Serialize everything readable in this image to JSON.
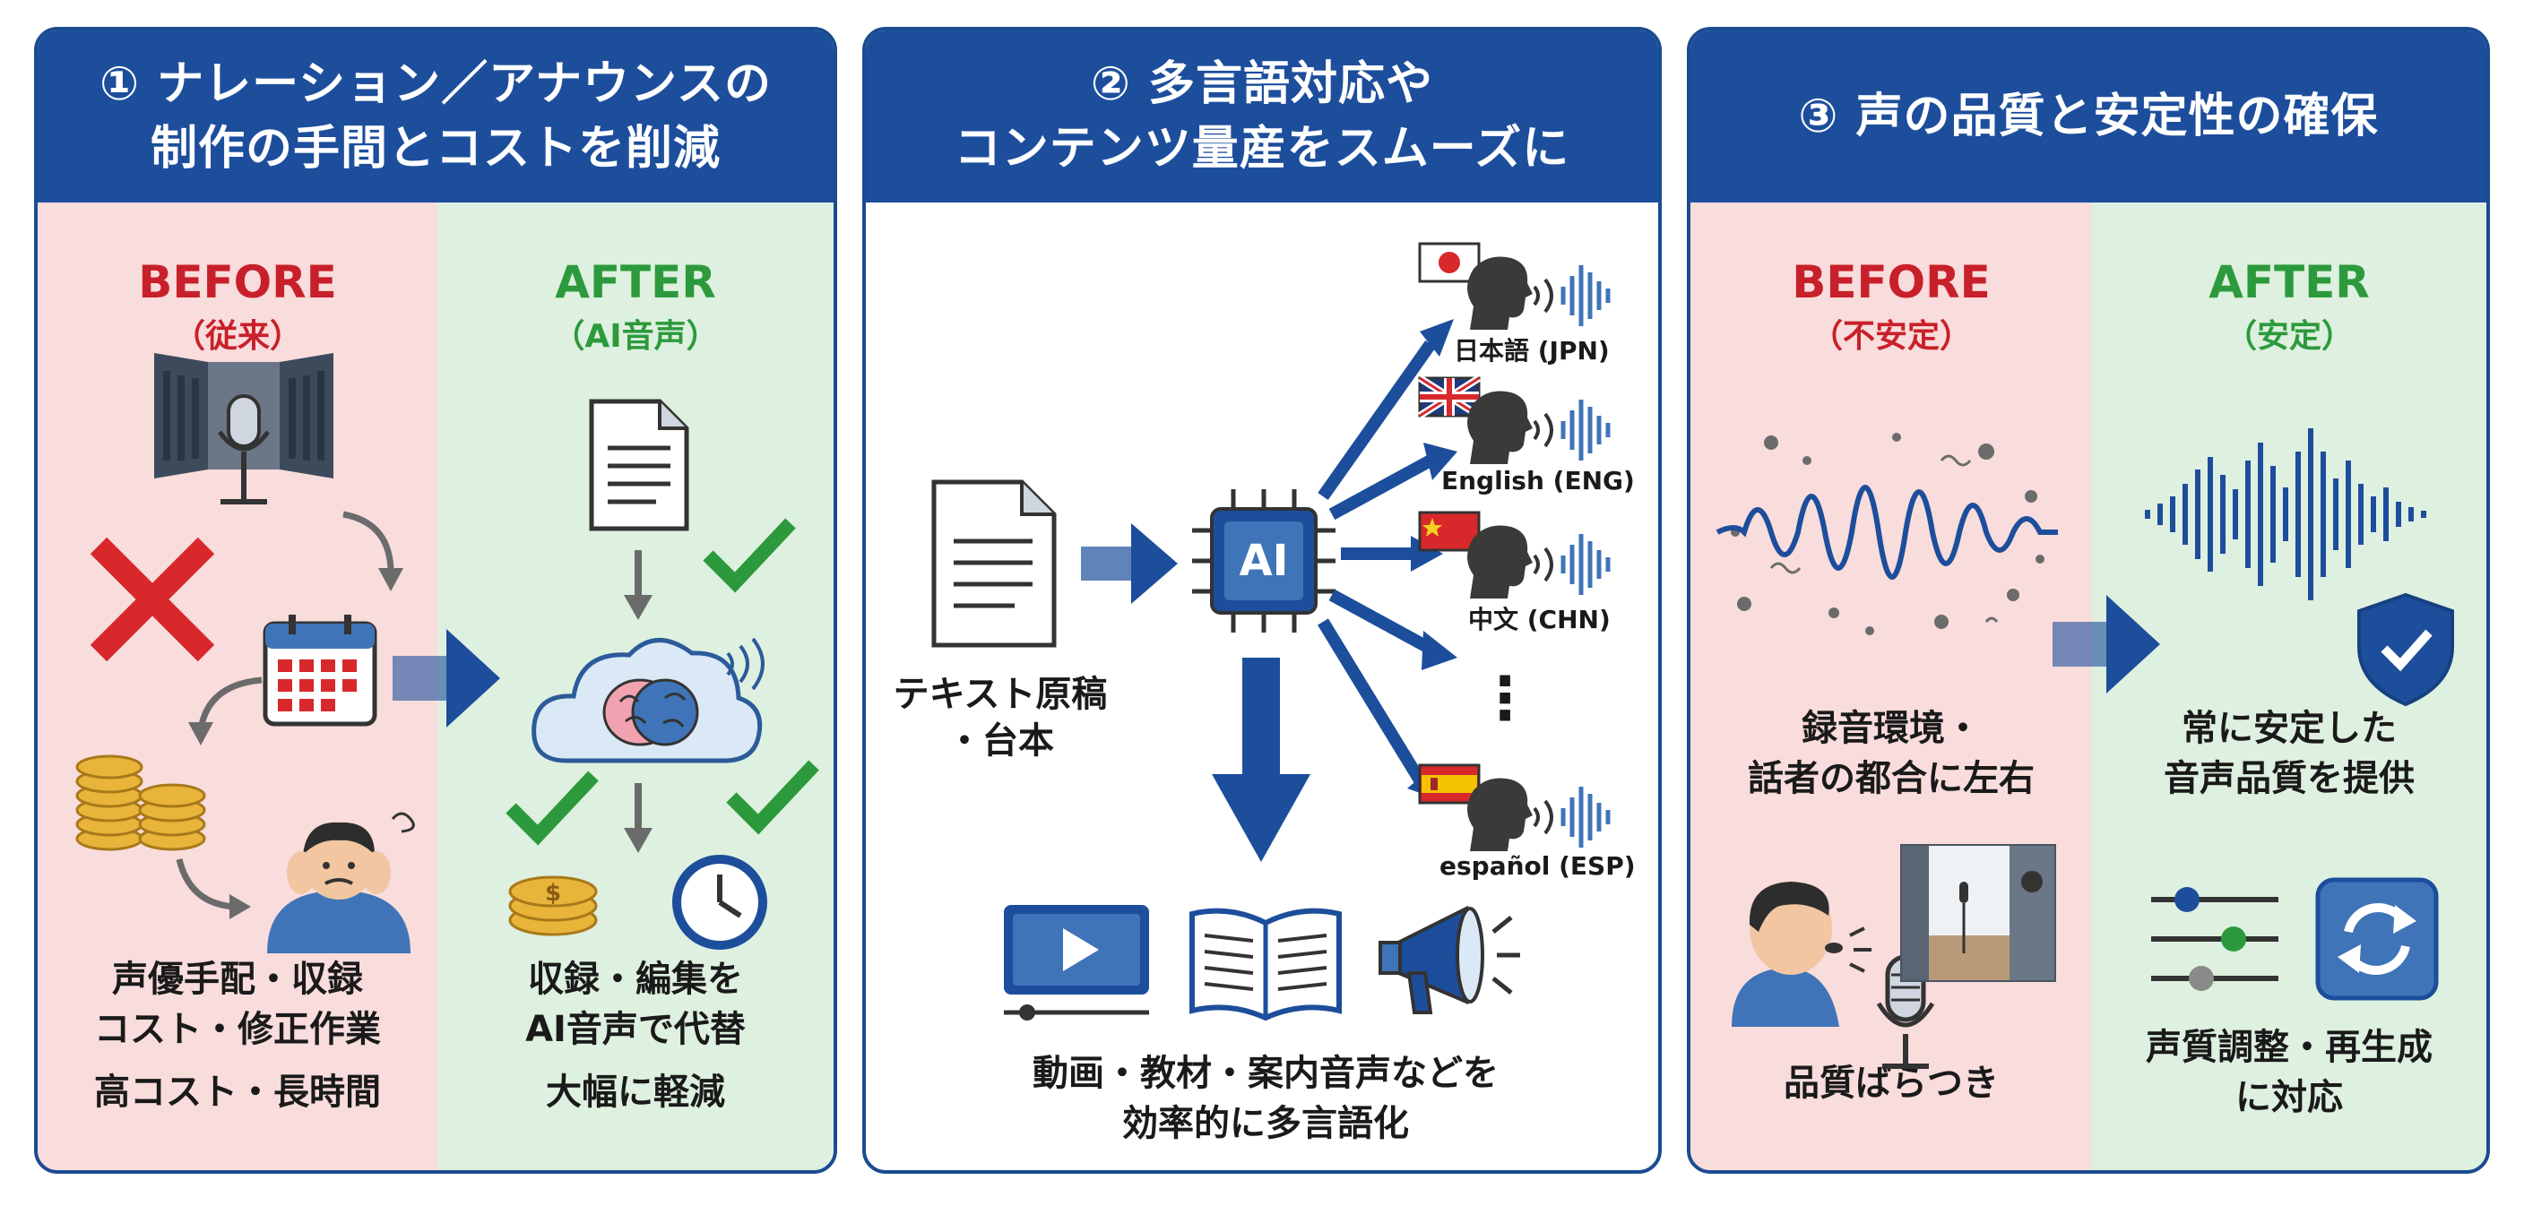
{
  "panel1": {
    "title_line1": "① ナレーション／アナウンスの",
    "title_line2": "制作の手間とコストを削減",
    "before_label": "BEFORE",
    "before_sub": "（従来）",
    "after_label": "AFTER",
    "after_sub": "（AI音声）",
    "before_cap_line1": "声優手配・収録",
    "before_cap_line2": "コスト・修正作業",
    "before_result": "高コスト・長時間",
    "after_cap_line1": "収録・編集を",
    "after_cap_line2": "AI音声で代替",
    "after_result": "大幅に軽減",
    "coin_symbol": "$"
  },
  "panel2": {
    "title_line1": "② 多言語対応や",
    "title_line2": "コンテンツ量産をスムーズに",
    "source_line1": "テキスト原稿",
    "source_line2": "・台本",
    "chip_label": "AI",
    "languages": [
      "日本語 (JPN)",
      "English (ENG)",
      "中文 (CHN)",
      "español (ESP)"
    ],
    "ellipsis": "⋮",
    "output_line1": "動画・教材・案内音声などを",
    "output_line2": "効率的に多言語化"
  },
  "panel3": {
    "title": "③ 声の品質と安定性の確保",
    "before_label": "BEFORE",
    "before_sub": "（不安定）",
    "after_label": "AFTER",
    "after_sub": "（安定）",
    "before_cap_line1": "録音環境・",
    "before_cap_line2": "話者の都合に左右",
    "before_result": "品質ばらつき",
    "after_cap_line1": "常に安定した",
    "after_cap_line2": "音声品質を提供",
    "after_result_line1": "声質調整・再生成",
    "after_result_line2": "に対応"
  },
  "colors": {
    "header_blue": "#1d4e9c",
    "before_red": "#c8202a",
    "after_green": "#2c9a3c",
    "before_bg": "#f9dcdc",
    "after_bg": "#def0df"
  }
}
